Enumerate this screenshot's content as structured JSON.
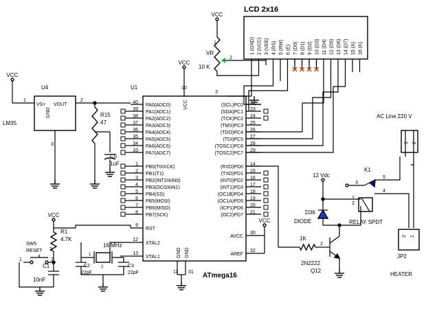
{
  "title": "LCD 2x16",
  "lcd_pins": [
    "1 (GND)",
    "2 (VCC)",
    "3 (VEE)",
    "4 (RS)",
    "5 (RW)",
    "6 (E)",
    "7 (D0)",
    "8 (D1)",
    "9 (D2)",
    "10 (D3)",
    "11 (D4)",
    "12 (D5)",
    "13 (D6)",
    "14 (D7)",
    "15 (A)",
    "16 (K)"
  ],
  "vcc": "VCC",
  "vdc12": "12 Vdc",
  "pot": {
    "ref": "VR",
    "value": "10 K"
  },
  "u4": {
    "ref": "U4",
    "part": "LM35",
    "vs": "VS+",
    "vout": "VOUT",
    "gnd": "GND"
  },
  "mcu": {
    "ref": "U1",
    "part": "ATmega16",
    "vcc_label": "VCC",
    "left_pins": [
      {
        "num": "40",
        "name": "PA0(ADC0)"
      },
      {
        "num": "39",
        "name": "PA1(ADC1)"
      },
      {
        "num": "38",
        "name": "PA2(ADC2)"
      },
      {
        "num": "37",
        "name": "PA3(ADC3)"
      },
      {
        "num": "36",
        "name": "PA4(ADC4)"
      },
      {
        "num": "35",
        "name": "PA5(ADC5)"
      },
      {
        "num": "34",
        "name": "PA6(ADC6)"
      },
      {
        "num": "33",
        "name": "PA7(ADC7)"
      },
      {
        "num": "1",
        "name": "PB0(T0/XCK)"
      },
      {
        "num": "2",
        "name": "PB1(T1)"
      },
      {
        "num": "3",
        "name": "PB2(INT2/AIN0)"
      },
      {
        "num": "4",
        "name": "PB3(OC0/AIN1)"
      },
      {
        "num": "5",
        "name": "PB4(SS)"
      },
      {
        "num": "6",
        "name": "PB5(MOSI)"
      },
      {
        "num": "7",
        "name": "PB6(MISO)"
      },
      {
        "num": "8",
        "name": "PB7(SCK)"
      }
    ],
    "right_pins": [
      {
        "num": "22",
        "name": "(SCL)PC0"
      },
      {
        "num": "23",
        "name": "(SDA)PC1"
      },
      {
        "num": "24",
        "name": "(TCK)PC2"
      },
      {
        "num": "25",
        "name": "(TMS)PC3"
      },
      {
        "num": "26",
        "name": "(TDO)PC4"
      },
      {
        "num": "27",
        "name": "(TDI)PC5"
      },
      {
        "num": "28",
        "name": "(TOSC1)PC6"
      },
      {
        "num": "29",
        "name": "(TOSC2)PC7"
      },
      {
        "num": "14",
        "name": "(RXD)PD0"
      },
      {
        "num": "15",
        "name": "(TXD)PD1"
      },
      {
        "num": "16",
        "name": "(INT0)PD2"
      },
      {
        "num": "17",
        "name": "(INT1)PD3"
      },
      {
        "num": "18",
        "name": "(OC1B)PD4"
      },
      {
        "num": "19",
        "name": "(OC1A)PD5"
      },
      {
        "num": "20",
        "name": "(ICP1)PD6"
      },
      {
        "num": "21",
        "name": "(OC2)PD7"
      }
    ],
    "rst": {
      "num": "9",
      "name": "RST"
    },
    "xtal2": {
      "num": "12",
      "name": "XTAL2"
    },
    "xtal1": {
      "num": "13",
      "name": "XTAL1"
    },
    "avcc": {
      "num": "30",
      "name": "AVCC"
    },
    "aref": {
      "num": "32",
      "name": "AREF"
    },
    "gnd1": {
      "num": "11",
      "name": "GND"
    },
    "gnd2": {
      "num": "31",
      "name": "GND"
    },
    "vcc_pin": "10"
  },
  "r15": {
    "ref": "R15",
    "value": "47"
  },
  "c5": {
    "ref": "C5",
    "value": "1uF"
  },
  "r1": {
    "ref": "R1",
    "value": "4.7K"
  },
  "sw5": {
    "ref": "SW5",
    "label": "RESET"
  },
  "c1": {
    "ref": "C1",
    "value": "10nF"
  },
  "crystal": "16 MHz",
  "c2": {
    "ref": "C2",
    "value": "22pF"
  },
  "c3": {
    "ref": "C3",
    "value": "22pF"
  },
  "r_base": "1K",
  "q12": {
    "ref": "Q12",
    "part": "2N2222"
  },
  "d36": {
    "ref": "D36",
    "part": "DIODE"
  },
  "k1": {
    "ref": "K1",
    "part": "RELAY SPDT"
  },
  "ac_line": "AC Line 220 V",
  "jp2": "JP2",
  "heater": "HEATER",
  "pin_nums": {
    "one": "1",
    "two": "2",
    "three": "3",
    "four": "4",
    "five": "5"
  }
}
